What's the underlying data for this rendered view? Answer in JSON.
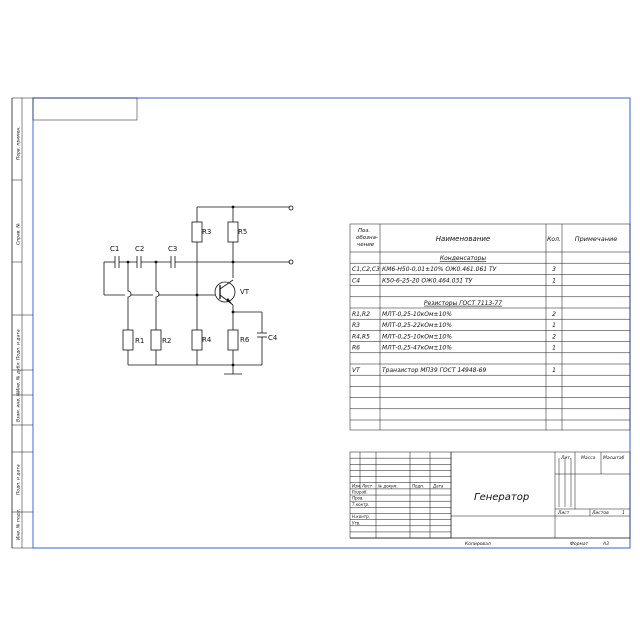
{
  "side_labels": [
    "Перв. примен.",
    "Справ. №",
    "Подп. и дата",
    "Инв. № дубл.",
    "Взам. инв. №",
    "Подп. и дата",
    "Инв. № подл."
  ],
  "schematic": {
    "labels": {
      "c1": "C1",
      "c2": "C2",
      "c3": "C3",
      "c4": "C4",
      "r1": "R1",
      "r2": "R2",
      "r3": "R3",
      "r4": "R4",
      "r5": "R5",
      "r6": "R6",
      "vt": "VT"
    }
  },
  "parts_list": {
    "headers": {
      "pos": [
        "Поз.",
        "обозна-",
        "чение"
      ],
      "name": "Наименование",
      "qty": "Кол.",
      "note": "Примечание"
    },
    "rows": [
      {
        "pos": "",
        "name": "Конденсаторы",
        "qty": "",
        "section": true
      },
      {
        "pos": "C1,C2,C3",
        "name": "КМ6-Н50-0,01±10% ОЖ0.461.061 ТУ",
        "qty": "3"
      },
      {
        "pos": "C4",
        "name": "К50-6-25-20 ОЖ0.464.031 ТУ",
        "qty": "1"
      },
      {
        "pos": "",
        "name": "",
        "qty": ""
      },
      {
        "pos": "",
        "name": "Резисторы ГОСТ 7113-77",
        "qty": "",
        "section": true
      },
      {
        "pos": "R1,R2",
        "name": "МЛТ-0,25-10кОм±10%",
        "qty": "2"
      },
      {
        "pos": "R3",
        "name": "МЛТ-0,25-22кОм±10%",
        "qty": "1"
      },
      {
        "pos": "R4,R5",
        "name": "МЛТ-0,25-10кОм±10%",
        "qty": "2"
      },
      {
        "pos": "R6",
        "name": "МЛТ-0,25-47кОм±10%",
        "qty": "1"
      },
      {
        "pos": "",
        "name": "",
        "qty": ""
      },
      {
        "pos": "VT",
        "name": "Транзистор МП39 ГОСТ 14948-69",
        "qty": "1"
      }
    ]
  },
  "title_block": {
    "title": "Генератор",
    "roles": [
      "Разраб.",
      "Пров.",
      "Т.контр.",
      "",
      "Н.контр.",
      "Утв."
    ],
    "change_headers": {
      "izm": "Изм.",
      "list": "Лист",
      "doc": "№ докум.",
      "sign": "Подп.",
      "date": "Дата"
    },
    "lit_label": "Лит.",
    "mass_label": "Масса",
    "scale_label": "Масштаб",
    "sheet_label": "Лист",
    "sheets_label": "Листов",
    "sheets_value": "1"
  },
  "footer": {
    "copied": "Копировал",
    "format_label": "Формат",
    "format_value": "А3"
  }
}
